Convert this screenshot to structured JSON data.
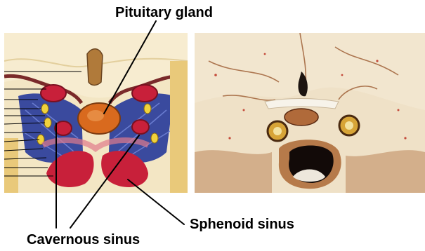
{
  "labels": {
    "pituitary_gland": "Pituitary gland",
    "sphenoid_sinus": "Sphenoid sinus",
    "cavernous_sinus": "Cavernous sinus"
  },
  "panels": {
    "left": "anatomical-illustration",
    "right": "cadaver-photograph"
  },
  "colors": {
    "label_text": "#000000",
    "vessel_red": "#c8203a",
    "sinus_blue": "#3a4a9e",
    "gland_orange": "#d96a1e",
    "tissue_cream": "#f1e2b8",
    "bone_tan": "#e9c97a",
    "brain_beige": "#efe1c7"
  }
}
